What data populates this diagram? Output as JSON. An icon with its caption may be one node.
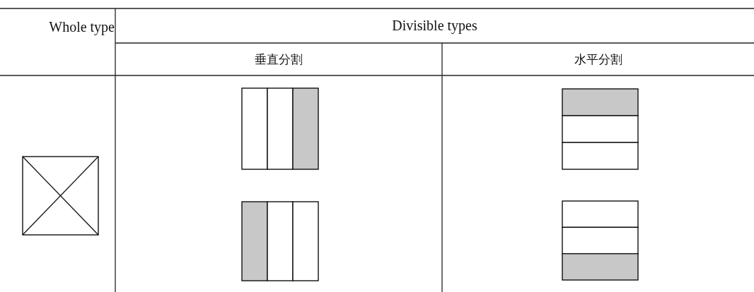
{
  "diagram": {
    "labels": [
      "Whole type",
      "Divisible types",
      "垂直分割",
      "水平分割"
    ]
  }
}
